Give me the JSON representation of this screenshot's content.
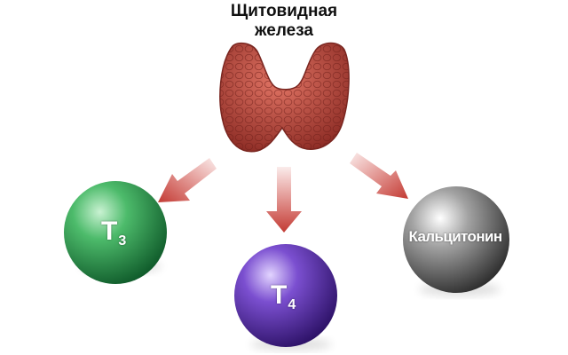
{
  "title": {
    "line1": "Щитовидная",
    "line2": "железа"
  },
  "hormones": [
    {
      "main": "T",
      "sub": "3",
      "color": "#2e9e4f"
    },
    {
      "main": "T",
      "sub": "4",
      "color": "#6a3fb8"
    },
    {
      "main": "Кальцитонин",
      "sub": "",
      "color": "#8a8a8a"
    }
  ],
  "icons": {
    "gland": "thyroid-gland-icon",
    "arrow": "arrow-icon"
  }
}
